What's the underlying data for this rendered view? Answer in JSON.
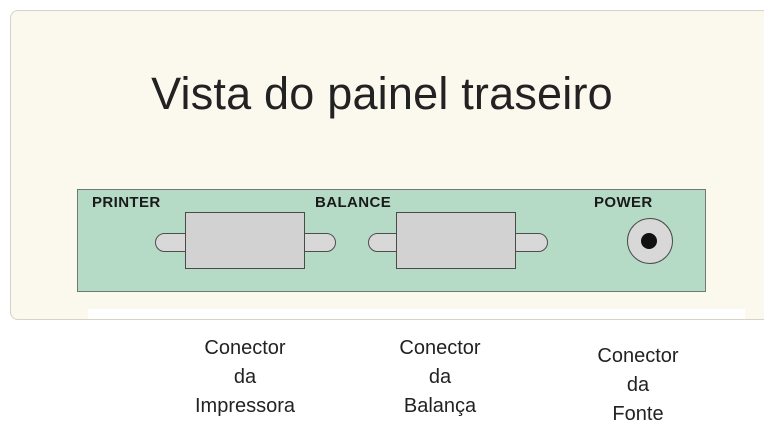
{
  "title": "Vista do painel traseiro",
  "panel": {
    "printer_label": "PRINTER",
    "balance_label": "BALANCE",
    "power_label": "POWER"
  },
  "captions": {
    "printer": [
      "Conector",
      "da",
      "Impressora"
    ],
    "balance": [
      "Conector",
      "da",
      "Balança"
    ],
    "power": [
      "Conector",
      "da",
      "Fonte"
    ]
  },
  "colors": {
    "panel": "#b5dbc7",
    "device_background": "#fbf8ee",
    "connector": "#d2d2d2"
  }
}
